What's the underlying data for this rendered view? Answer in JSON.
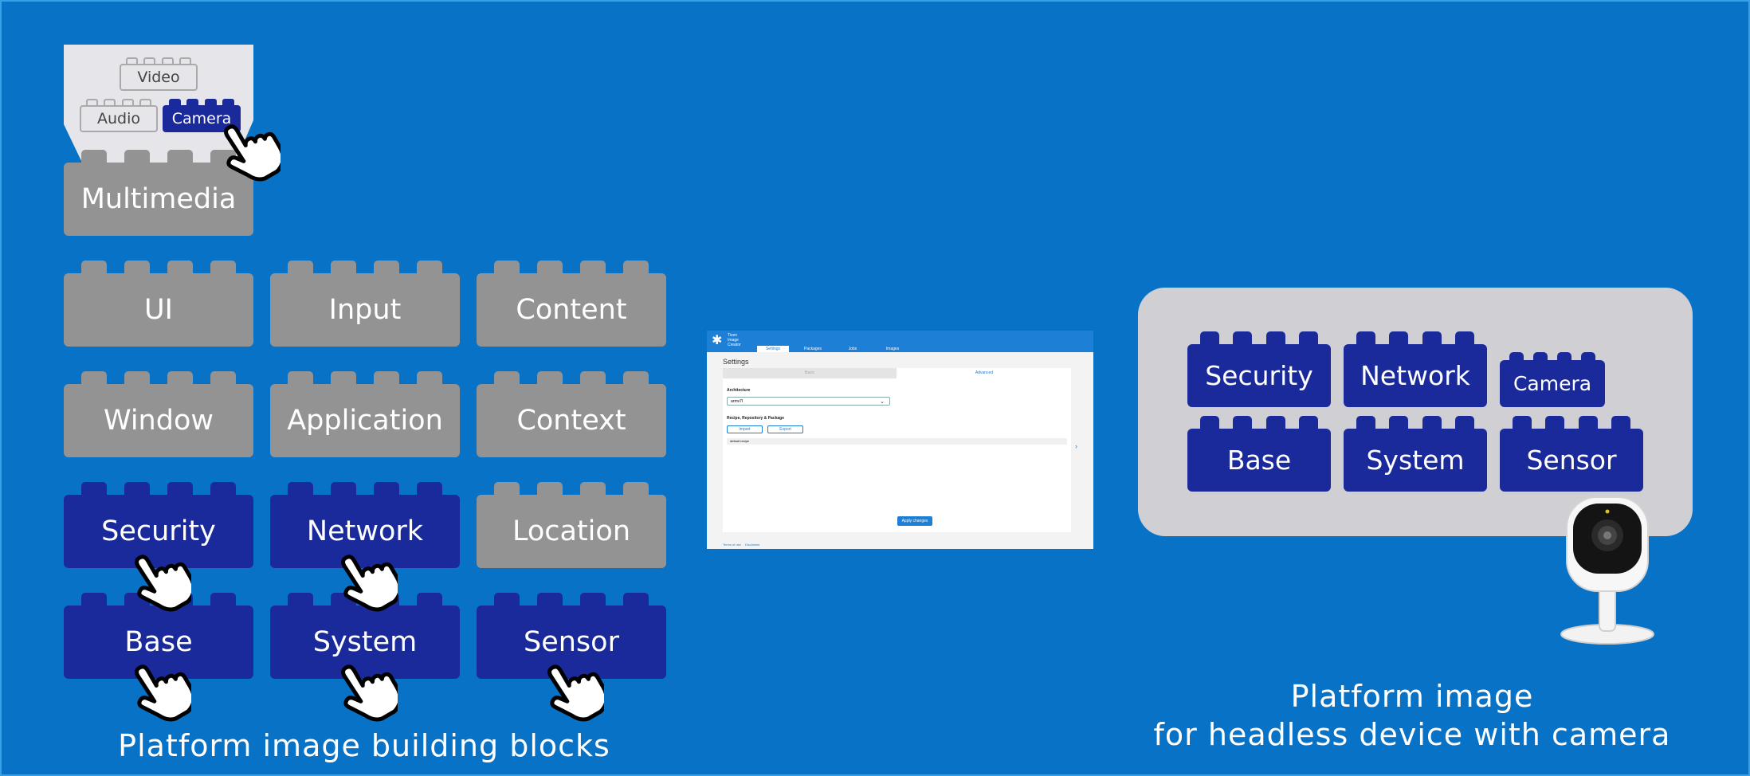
{
  "building_blocks": {
    "caption": "Platform image building blocks",
    "multimedia_sub": {
      "video": "Video",
      "audio": "Audio",
      "camera": "Camera"
    },
    "bricks": {
      "multimedia": "Multimedia",
      "ui": "UI",
      "input": "Input",
      "content": "Content",
      "window": "Window",
      "application": "Application",
      "context": "Context",
      "security": "Security",
      "network": "Network",
      "location": "Location",
      "base": "Base",
      "system": "System",
      "sensor": "Sensor"
    }
  },
  "settings_screen": {
    "brand": [
      "Tizen",
      "Image",
      "Creator"
    ],
    "tabs": [
      "Settings",
      "Packages",
      "Jobs",
      "Images"
    ],
    "active_tab": "Settings",
    "page_title": "Settings",
    "segments": [
      "Basic",
      "Advanced"
    ],
    "active_segment": "Advanced",
    "architecture_label": "Architecture",
    "architecture_value": "armv7l",
    "recipe_label": "Recipe, Repository & Package",
    "import_label": "Import",
    "export_label": "Export",
    "list_row": "default recipe",
    "apply_label": "Apply changes",
    "footer_links": [
      "Terms of use",
      "Disclaimer"
    ]
  },
  "result": {
    "caption_line1": "Platform image",
    "caption_line2": "for headless device with camera",
    "bricks": {
      "security": "Security",
      "network": "Network",
      "camera": "Camera",
      "base": "Base",
      "system": "System",
      "sensor": "Sensor"
    }
  },
  "colors": {
    "background": "#0872c6",
    "selected_block": "#1a2a9b",
    "unselected_block": "#939393",
    "panel": "#d0cfd4"
  },
  "icons": [
    "pointer-hand-icon",
    "security-camera-icon"
  ]
}
